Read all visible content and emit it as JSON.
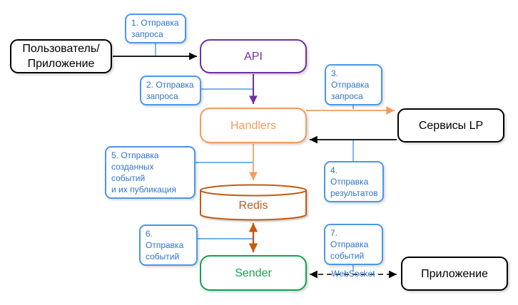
{
  "diagram": {
    "nodes": {
      "user": {
        "label": "Пользователь/\nПриложение"
      },
      "api": {
        "label": "API"
      },
      "handlers": {
        "label": "Handlers"
      },
      "redis": {
        "label": "Redis"
      },
      "sender": {
        "label": "Sender"
      },
      "services_lp": {
        "label": "Сервисы LP"
      },
      "app": {
        "label": "Приложение"
      }
    },
    "callouts": [
      {
        "id": "1",
        "label": "1. Отправка\nзапроса"
      },
      {
        "id": "2",
        "label": "2. Отправка\nзапроса"
      },
      {
        "id": "3",
        "label": "3. Отправка\nзапроса"
      },
      {
        "id": "4",
        "label": "4. Отправка\nрезультатов"
      },
      {
        "id": "5",
        "label": "5. Отправка\nсозданных событий\nи их публикация"
      },
      {
        "id": "6",
        "label": "6. Отправка\nсобытий"
      },
      {
        "id": "7",
        "label": "7. Отправка\nсобытий"
      }
    ],
    "edge_labels": {
      "websocket": "WebSocket"
    },
    "colors": {
      "callout_border": "#4A97EB",
      "callout_text": "#2E74C9",
      "api": "#7030A0",
      "handlers": "#F19C5F",
      "redis": "#C55A11",
      "sender": "#12A34F",
      "black_nodes": "#000000",
      "background": "#FFFFFF"
    }
  }
}
